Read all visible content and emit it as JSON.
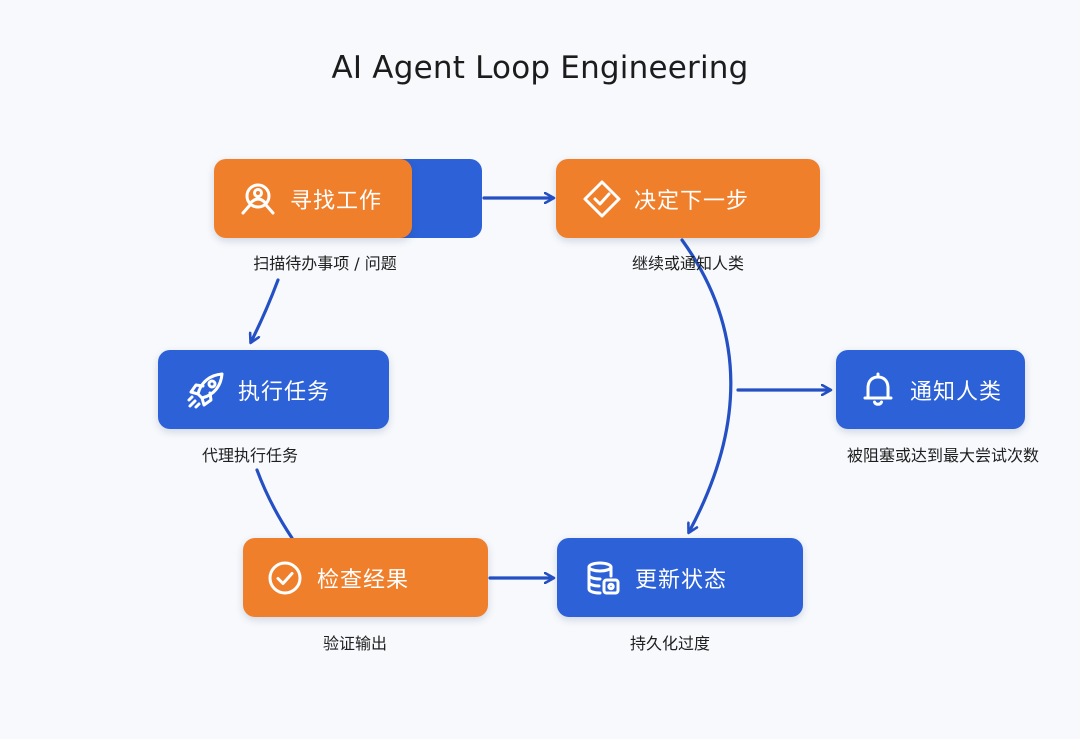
{
  "diagram": {
    "title": "AI Agent Loop Engineering",
    "nodes": {
      "find_work": {
        "label": "寻找工作",
        "caption": "扫描待办事项 / 问题",
        "icon": "search-person-icon",
        "color": "#f07f2c"
      },
      "decide_next": {
        "label": "决定下一步",
        "caption": "继续或通知人类",
        "icon": "diamond-check-icon",
        "color": "#f07f2c"
      },
      "execute_task": {
        "label": "执行任务",
        "caption": "代理执行任务",
        "icon": "rocket-icon",
        "color": "#2c61d8"
      },
      "notify_human": {
        "label": "通知人类",
        "caption": "被阻塞或达到最大尝试次数",
        "icon": "bell-icon",
        "color": "#2c61d8"
      },
      "check_result": {
        "label": "检查经果",
        "caption": "验证输出",
        "icon": "circle-check-icon",
        "color": "#f07f2c"
      },
      "update_state": {
        "label": "更新状态",
        "caption": "持久化过度",
        "icon": "database-icon",
        "color": "#2c61d8"
      }
    },
    "edge_color": "#2450c4"
  }
}
